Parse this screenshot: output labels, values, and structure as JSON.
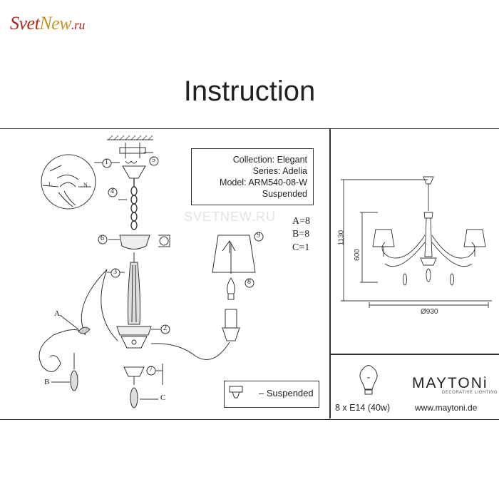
{
  "logo": {
    "text_a": "Svet",
    "text_b": "New",
    "text_c": ".ru"
  },
  "title": "Instruction",
  "info": {
    "collection": "Collection: Elegant",
    "series": "Series: Adelia",
    "model": "Model: ARM540-08-W",
    "type": "Suspended"
  },
  "parts_codes": {
    "a": "A=8",
    "b": "B=8",
    "c": "C=1"
  },
  "part_labels": {
    "A": "A",
    "B": "B",
    "C": "C",
    "N": "N",
    "L": "L"
  },
  "steps": [
    "1",
    "2",
    "3",
    "4",
    "5",
    "6",
    "7",
    "8",
    "9"
  ],
  "suspended_label": "– Suspended",
  "watermark": "SVETNEW.RU",
  "dimensions": {
    "height_total": "1130",
    "height_body": "600",
    "diameter": "Ø930"
  },
  "bulb": "8 x E14 (40w)",
  "brand": {
    "name": "MAYTONi",
    "sub": "DECORATIVE LIGHTING",
    "site": "www.maytoni.de"
  }
}
